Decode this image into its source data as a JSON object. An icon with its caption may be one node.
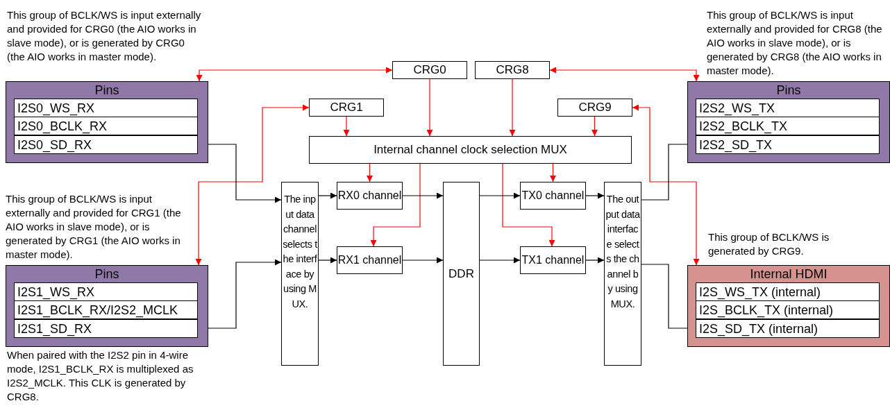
{
  "diagram": {
    "nodes": [
      {
        "text": [
          "Pins"
        ],
        "beside": [
          "This group of BCLK/WS is input externally and provided for CRG0 (the AIO works in slave mode), or is generated by CRG0 (the AIO works in master mode)."
        ]
      },
      {
        "text": [
          "I2S0_WS_RX"
        ],
        "in": 0
      },
      {
        "text": [
          "I2S0_BCLK_RX"
        ],
        "in": 0
      },
      {
        "text": [
          "I2S0_SD_RX"
        ],
        "in": 0
      },
      {
        "text": [
          "Pins"
        ],
        "beside": [
          "This group of BCLK/WS is input externally and provided for CRG1 (the AIO works in slave mode), or is generated by CRG1 (the AIO works in master mode).",
          "When paired with the I2S2 pin in 4-wire mode, I2S1_BCLK_RX is multiplexed as I2S2_MCLK. This CLK is generated by CRG8."
        ]
      },
      {
        "text": [
          "I2S1_WS_RX"
        ],
        "in": 4
      },
      {
        "text": [
          "I2S1_BCLK_RX/I2S2_MCLK"
        ],
        "in": 4
      },
      {
        "text": [
          "I2S1_SD_RX"
        ],
        "in": 4
      },
      {
        "text": [
          "Pins"
        ],
        "beside": [
          "This group of BCLK/WS is input externally and provided for CRG8 (the AIO works in slave mode), or is generated by CRG8 (the AIO works in master mode)."
        ]
      },
      {
        "text": [
          "I2S2_WS_TX"
        ],
        "in": 8
      },
      {
        "text": [
          "I2S2_BCLK_TX"
        ],
        "in": 8
      },
      {
        "text": [
          "I2S2_SD_TX"
        ],
        "in": 8
      },
      {
        "text": [
          "Internal HDMI"
        ],
        "beside": [
          "This group of BCLK/WS is generated by CRG9."
        ]
      },
      {
        "text": [
          "I2S_WS_TX (internal)"
        ],
        "in": 12
      },
      {
        "text": [
          "I2S_BCLK_TX (internal)"
        ],
        "in": 12
      },
      {
        "text": [
          "I2S_SD_TX (internal)"
        ],
        "in": 12
      },
      {
        "text": [
          "CRG0"
        ]
      },
      {
        "text": [
          "CRG8"
        ]
      },
      {
        "text": [
          "CRG1"
        ]
      },
      {
        "text": [
          "CRG9"
        ]
      },
      {
        "text": [
          "Internal channel clock selection MUX"
        ]
      },
      {
        "text": [
          "The input data channel selects the interface by using MUX."
        ]
      },
      {
        "text": [
          "RX0 channel"
        ]
      },
      {
        "text": [
          "RX1 channel"
        ]
      },
      {
        "text": [
          "DDR"
        ]
      },
      {
        "text": [
          "TX0 channel"
        ]
      },
      {
        "text": [
          "TX1 channel"
        ]
      },
      {
        "text": [
          "The output data interface selects the channel by using MUX."
        ]
      }
    ],
    "edges": [
      {
        "from": 16,
        "to": 0,
        "arrow": "both",
        "color": "#ff0000"
      },
      {
        "from": 17,
        "to": 8,
        "arrow": "both",
        "color": "#ff0000"
      },
      {
        "from": 18,
        "to": 4,
        "arrow": "both",
        "color": "#ff0000"
      },
      {
        "from": 19,
        "to": 12,
        "arrow": "both",
        "color": "#ff0000"
      },
      {
        "from": 18,
        "to": 20,
        "arrow": "to",
        "color": "#ff0000"
      },
      {
        "from": 16,
        "to": 20,
        "arrow": "to",
        "color": "#ff0000"
      },
      {
        "from": 17,
        "to": 20,
        "arrow": "to",
        "color": "#ff0000"
      },
      {
        "from": 19,
        "to": 20,
        "arrow": "to",
        "color": "#ff0000"
      },
      {
        "from": 20,
        "to": 22,
        "arrow": "to",
        "color": "#ff0000"
      },
      {
        "from": 20,
        "to": 23,
        "arrow": "to",
        "color": "#ff0000"
      },
      {
        "from": 20,
        "to": 25,
        "arrow": "to",
        "color": "#ff0000"
      },
      {
        "from": 20,
        "to": 26,
        "arrow": "to",
        "color": "#ff0000"
      },
      {
        "from": 3,
        "to": 21,
        "arrow": "to",
        "color": "#000000"
      },
      {
        "from": 7,
        "to": 21,
        "arrow": "to",
        "color": "#000000"
      },
      {
        "from": 21,
        "to": 22,
        "arrow": "to",
        "color": "#000000"
      },
      {
        "from": 21,
        "to": 23,
        "arrow": "to",
        "color": "#000000"
      },
      {
        "from": 22,
        "to": 24,
        "arrow": "to",
        "color": "#000000"
      },
      {
        "from": 23,
        "to": 24,
        "arrow": "to",
        "color": "#000000"
      },
      {
        "from": 24,
        "to": 25,
        "arrow": "to",
        "color": "#000000"
      },
      {
        "from": 24,
        "to": 26,
        "arrow": "to",
        "color": "#000000"
      },
      {
        "from": 25,
        "to": 27,
        "arrow": "to",
        "color": "#000000"
      },
      {
        "from": 26,
        "to": 27,
        "arrow": "to",
        "color": "#000000"
      },
      {
        "from": 27,
        "to": 11,
        "arrow": "to",
        "color": "#000000"
      },
      {
        "from": 27,
        "to": 15,
        "arrow": "to",
        "color": "#000000"
      }
    ]
  }
}
